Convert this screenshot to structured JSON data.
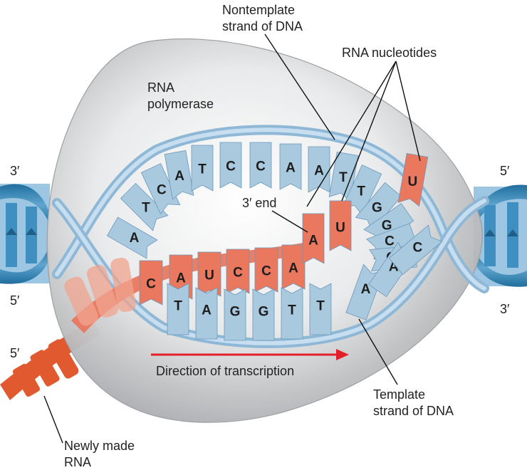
{
  "labels": {
    "nontemplate_line1": "Nontemplate",
    "nontemplate_line2": "strand of DNA",
    "rna_nucleotides": "RNA nucleotides",
    "polymerase_line1": "RNA",
    "polymerase_line2": "polymerase",
    "three_prime_end": "3′ end",
    "direction": "Direction of transcription",
    "template_line1": "Template",
    "template_line2": "strand of DNA",
    "newly_made_line1": "Newly made",
    "newly_made_line2": "RNA"
  },
  "strand_ends": {
    "left_top": "3′",
    "left_bottom": "5′",
    "right_top": "5′",
    "right_bottom": "3′",
    "rna_start": "5′"
  },
  "nontemplate_bases": [
    "A",
    "T",
    "C",
    "A",
    "T",
    "C",
    "C",
    "A",
    "A",
    "T",
    "T",
    "G",
    "G",
    "C",
    "C"
  ],
  "template_bases": [
    "T",
    "A",
    "G",
    "G",
    "T",
    "T",
    "A",
    "A",
    "C"
  ],
  "rna_bases": [
    "C",
    "A",
    "U",
    "C",
    "C",
    "A"
  ],
  "incoming_nucleotides": [
    "A",
    "U",
    "U"
  ],
  "colors": {
    "dna_light": "#a9c9df",
    "dna_dark": "#2f7ca9",
    "rna": "#e9785f",
    "rna_dark": "#e0592f",
    "polymerase": "#d2d3d5",
    "arrow": "#e3202a"
  }
}
